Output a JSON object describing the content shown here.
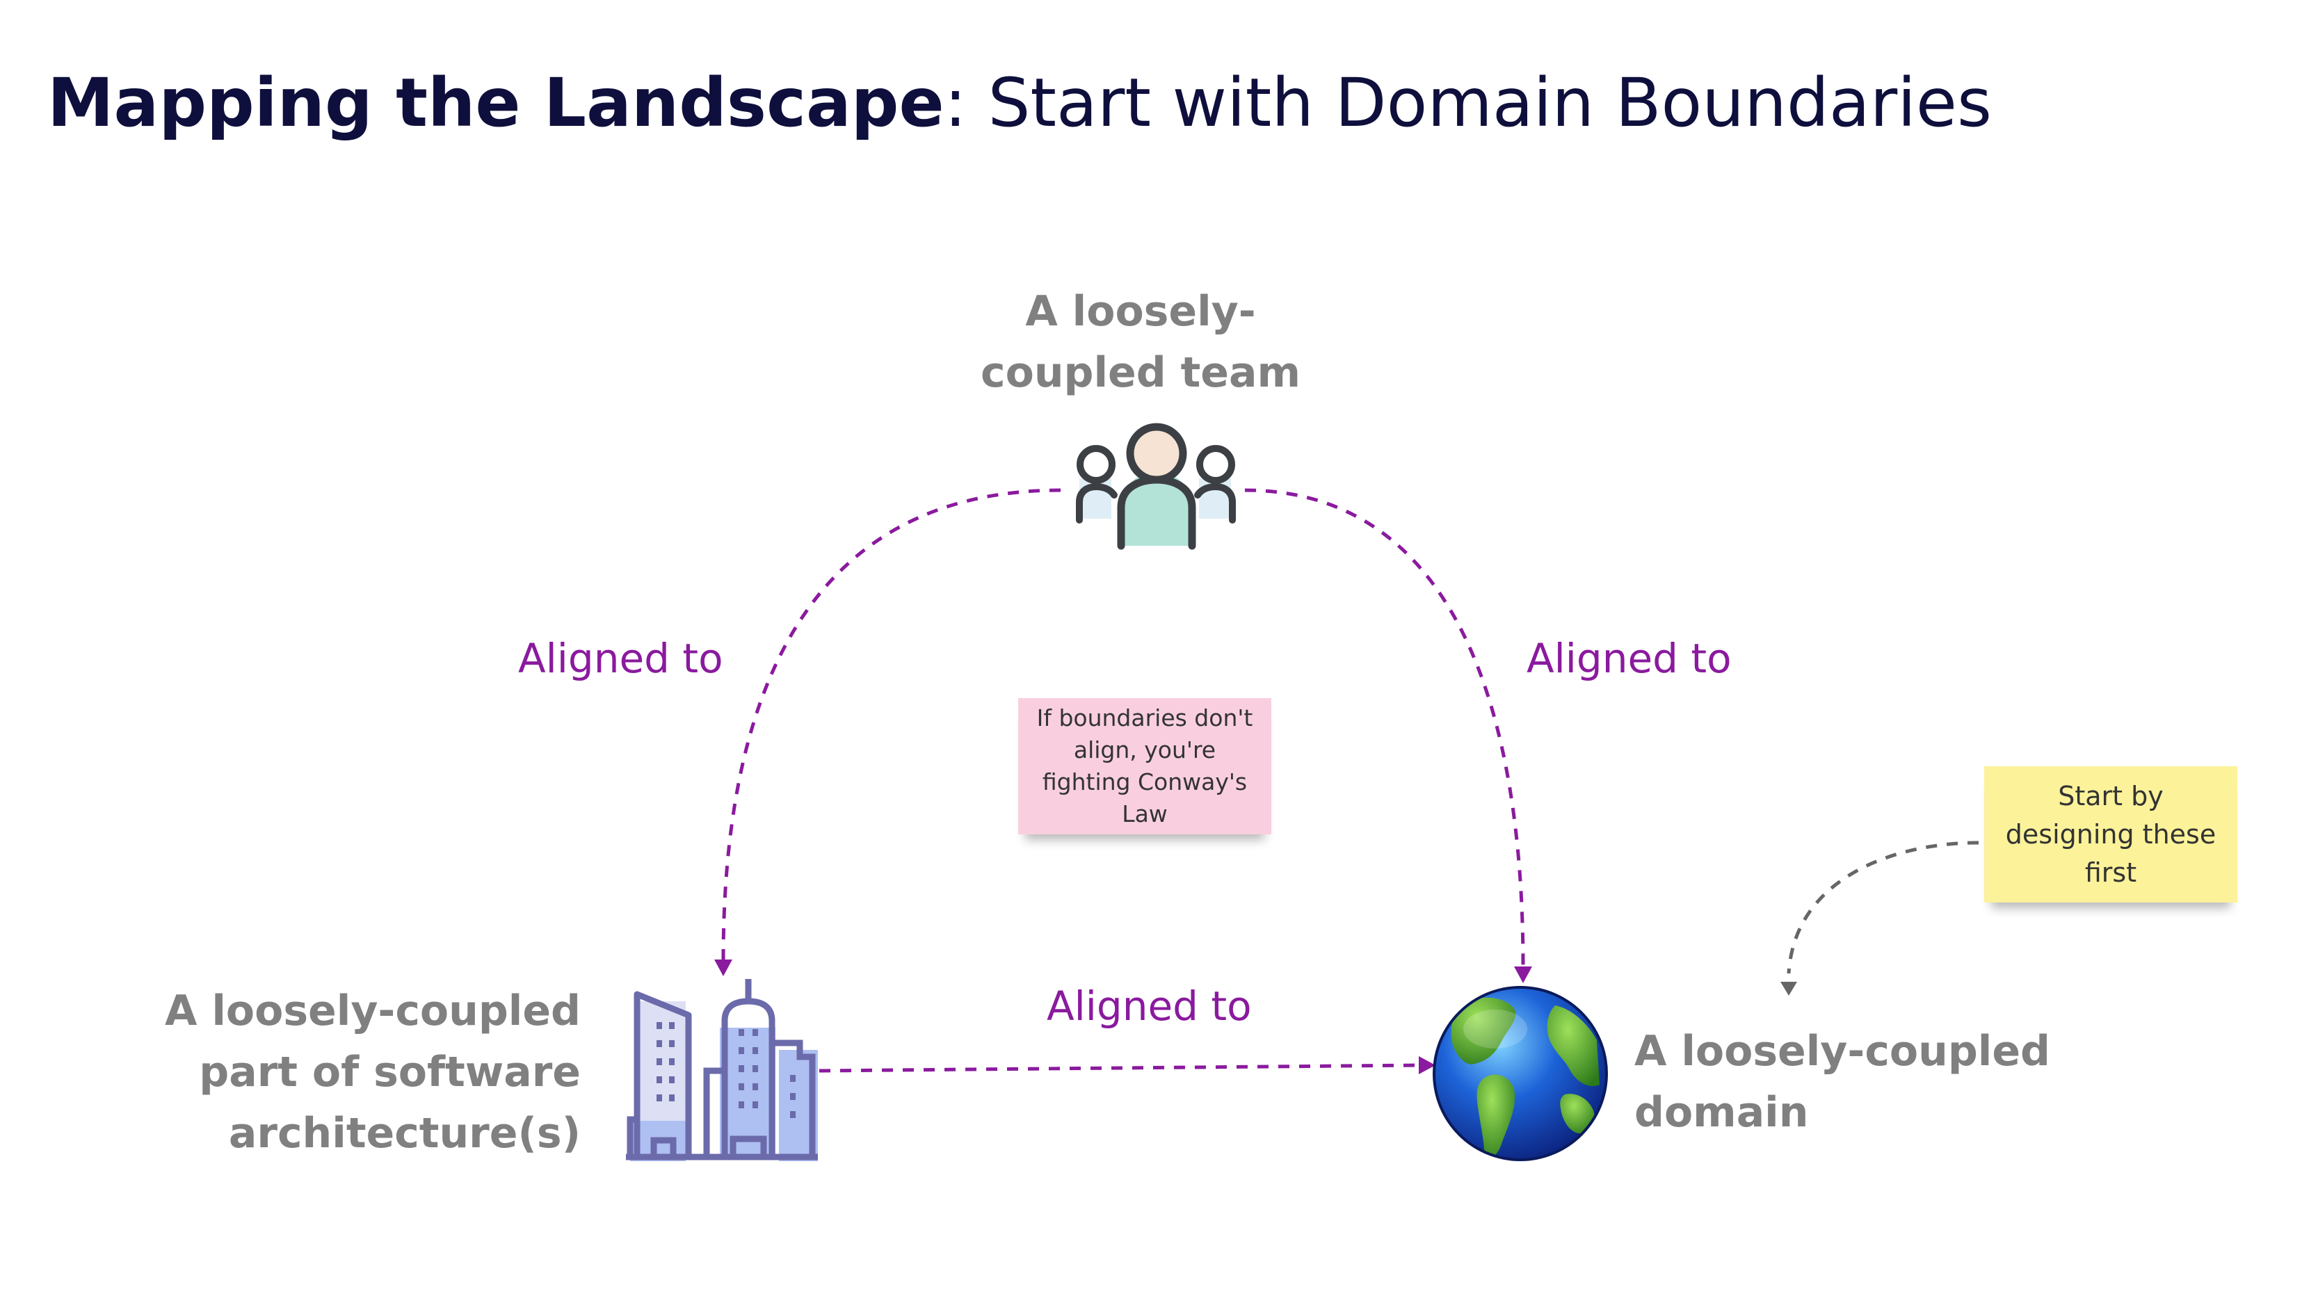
{
  "title": {
    "bold": "Mapping the Landscape",
    "rest": ": Start with Domain Boundaries"
  },
  "nodes": {
    "team": {
      "label": "A loosely-coupled team",
      "icon": "team-people-icon"
    },
    "architecture": {
      "label": "A loosely-coupled part of software architecture(s)",
      "icon": "buildings-icon"
    },
    "domain": {
      "label": "A loosely-coupled domain",
      "icon": "globe-icon"
    }
  },
  "edges": {
    "team_to_architecture": "Aligned to",
    "team_to_domain": "Aligned to",
    "architecture_to_domain": "Aligned to"
  },
  "notes": {
    "pink": "If boundaries don't align, you're fighting Conway's Law",
    "yellow": "Start by designing these first"
  },
  "colors": {
    "title": "#0f0f3d",
    "node_label": "#808080",
    "edge": "#8a1a9e",
    "note_arrow": "#666666",
    "pink_note": "#f9cfe0",
    "yellow_note": "#fbf29a"
  }
}
